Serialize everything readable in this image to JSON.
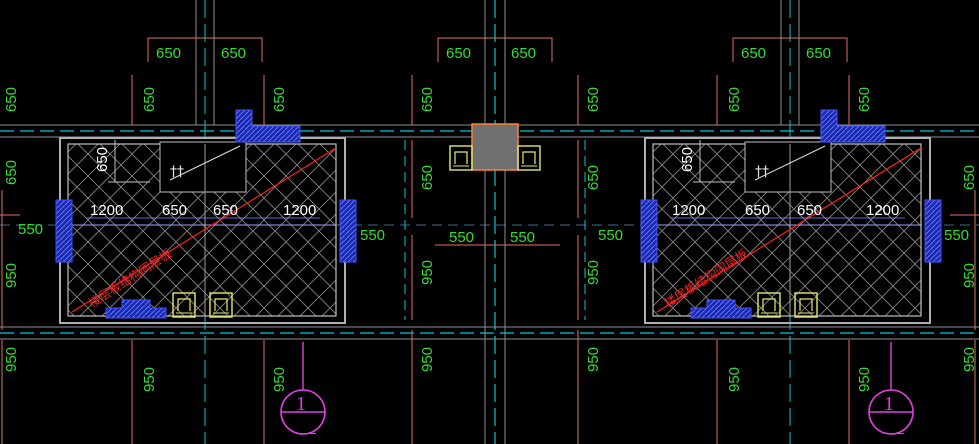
{
  "colors": {
    "background": "#000000",
    "dimension_text": "#33dd33",
    "dimension_line": "#e07060",
    "grid_line": "#00c8d8",
    "wall": "#b0b0b0",
    "hatch": "#909090",
    "blue_block": "#2030c0",
    "red_note": "#ff2020",
    "section_mark": "#e040e0",
    "column_fill": "#707070",
    "column_border": "#ff8030",
    "fixture": "#e8e870"
  },
  "top_dims": {
    "left": "650",
    "right": "650"
  },
  "center_top_dims": {
    "left": "650",
    "right": "650"
  },
  "side_dims": {
    "upper": "650",
    "lower": "950",
    "bottom": "950"
  },
  "edge_dims": {
    "upper": "650",
    "middle": "950",
    "lower": "950"
  },
  "room_dims": {
    "c1": "1200",
    "c2": "650",
    "c3": "650",
    "c4": "1200",
    "vertical": "650"
  },
  "wing_dim": "550",
  "center_bottom_dims": {
    "left": "550",
    "right": "550"
  },
  "bottom_dims": {
    "left": "950",
    "right": "950"
  },
  "red_note": "楼层板结构同层板",
  "section_mark": {
    "top": "1",
    "bottom": "—"
  },
  "icon_names": [
    "sign-plate-icon",
    "fixture-icon",
    "column-icon",
    "section-marker-icon"
  ]
}
